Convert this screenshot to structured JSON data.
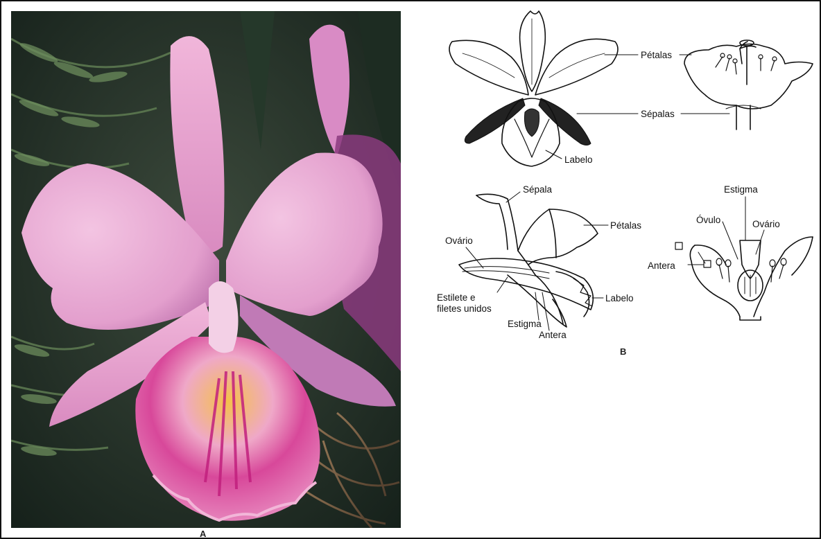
{
  "panels": {
    "a_letter": "A",
    "b_letter": "B"
  },
  "labels": {
    "front_petalas": "Pétalas",
    "front_sepalas": "Sépalas",
    "front_labelo": "Labelo",
    "side_sepala": "Sépala",
    "side_petalas": "Pétalas",
    "side_ovario": "Ovário",
    "side_estilete_1": "Estilete e",
    "side_estilete_2": "filetes unidos",
    "side_labelo": "Labelo",
    "side_estigma": "Estigma",
    "side_antera": "Antera",
    "section_estigma": "Estigma",
    "section_ovulo": "Óvulo",
    "section_ovario": "Ovário",
    "section_antera": "Antera"
  },
  "colors": {
    "petal_pink": "#e7a3cf",
    "lip_yellow": "#f2bb3a",
    "lip_magenta": "#d43f95",
    "foliage": "#2c4a34"
  }
}
